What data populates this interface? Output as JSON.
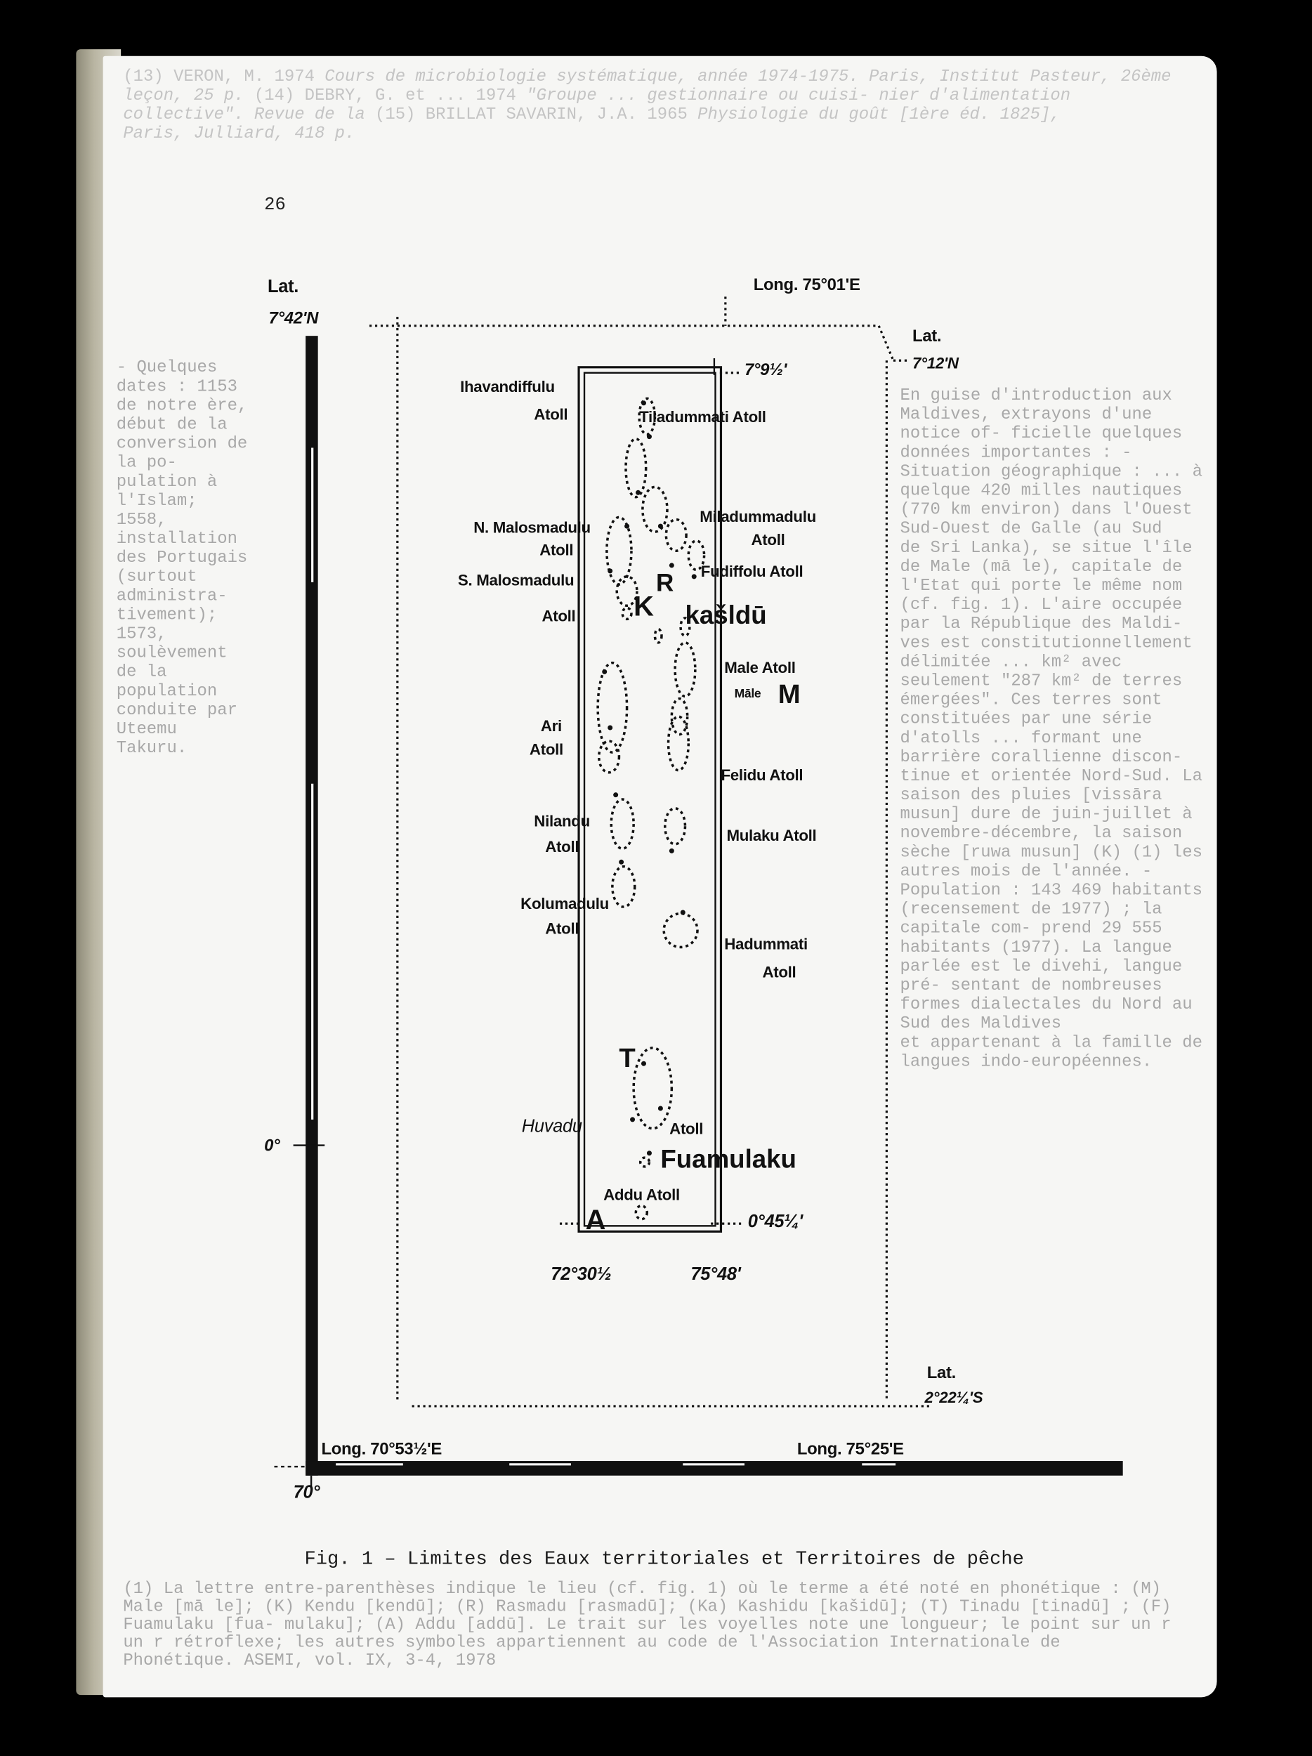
{
  "page_number": "26",
  "map": {
    "lat_top_label": "Lat.",
    "lat_top_value": "7°42'N",
    "long_top_label": "Long. 75°01'E",
    "lat_right_label": "Lat.",
    "lat_right_value": "7°12'N",
    "inner_top_lat": "7°9½'",
    "zero_label": "0°",
    "inner_bottom_lat": "0°45¼'",
    "inner_left_long": "72°30½",
    "inner_right_long": "75°48'",
    "lat_bottom_label": "Lat.",
    "lat_bottom_value": "2°22¼'S",
    "long_bottom_left": "Long. 70°53½'E",
    "long_bottom_right": "Long. 75°25'E",
    "origin_label": "70°",
    "atolls": {
      "ihavandiffulu": "Ihavandiffulu",
      "ihavandiffulu_atoll": "Atoll",
      "tiladummati": "Tiladummati Atoll",
      "n_malosmadulu": "N. Malosmadulu",
      "n_malosmadulu_atoll": "Atoll",
      "miladummadulu": "Miladummadulu",
      "miladummadulu_atoll": "Atoll",
      "s_malosmadulu": "S. Malosmadulu",
      "s_malosmadulu_atoll": "Atoll",
      "fudiffolu": "Fudiffolu Atoll",
      "male": "Male Atoll",
      "ari": "Ari",
      "ari_atoll": "Atoll",
      "felidu": "Felidu Atoll",
      "nilandu": "Nilandu",
      "nilandu_atoll": "Atoll",
      "mulaku": "Mulaku Atoll",
      "kolumadulu": "Kolumadulu",
      "kolumadulu_atoll": "Atoll",
      "hadummati": "Hadummati",
      "hadummati_atoll": "Atoll",
      "huvadu": "Huvadu",
      "huvadu_atoll": "Atoll",
      "addu": "Addu Atoll"
    },
    "places": {
      "k": "K",
      "r": "R",
      "kasidu": "kašldū",
      "male_small": "Māle",
      "m": "M",
      "t": "T",
      "fuamulaku": "Fuamulaku",
      "a": "A"
    }
  },
  "caption": "Fig. 1  – Limites des Eaux territoriales et Territoires de pêche",
  "show_through": [
    "(13)  VERON, M.",
    "1974",
    "Cours de microbiologie systématique, année",
    "1974-1975. Paris, Institut Pasteur, 26ème leçon,",
    "25 p.",
    "(14)  DEBRY, G. et ...",
    "1974",
    "\"Groupe ... gestionnaire ou cuisi-",
    "nier d'alimentation collective\". Revue de la",
    "(15)  BRILLAT SAVARIN, J.A.",
    "1965",
    "Physiologie du goût [1ère éd. 1825], Paris,",
    "Julliard, 418 p.",
    "En guise d'introduction aux Maldives, extrayons d'une notice of-",
    "ficielle quelques données importantes :",
    "- Situation géographique : ... à quelque 420 milles",
    "nautiques (770 km environ) dans l'Ouest Sud-Ouest de Galle (au Sud de",
    "Sri Lanka), se situe l'île de Male (mā le), capitale de l'Etat qui",
    "porte le même nom (cf. fig. 1). L'aire occupée par la République des Maldi-",
    "ves est constitutionnellement délimitée ... km² avec seulement",
    "\"287 km² de terres émergées\". Ces terres sont constituées",
    "par une série d'atolls ... formant une barrière corallienne discon-",
    "tinue et orientée Nord-Sud. La saison des pluies [vissāra musun] dure de",
    "juin-juillet à novembre-décembre, la saison sèche [ruwa musun] (K) (1)",
    "les autres mois de l'année.",
    "- Population : 143 469 habitants (recensement de 1977) ; la capitale com-",
    "prend 29 555 habitants (1977). La langue parlée est le divehi, langue pré-",
    "sentant de nombreuses formes dialectales du Nord au Sud des Maldives et",
    "appartenant à la famille de langues indo-européennes.",
    "- Quelques dates : 1153 de notre ère, début de la conversion de la po-",
    "pulation à l'Islam; 1558, installation des Portugais (surtout administra-",
    "tivement); 1573, soulèvement de la population conduite par Uteemu Takuru.",
    "(1) La lettre entre-parenthèses indique le lieu (cf. fig. 1) où le terme",
    "a été noté en phonétique : (M) Male [mā le]; (K) Kendu [kendū]; (R) Rasmadu",
    "[rasmadū]; (Ka) Kashidu [kašidū]; (T) Tinadu [tinadū] ; (F) Fuamulaku [fua-",
    "mulaku]; (A) Addu [addū]. Le trait sur les voyelles note une longueur; le",
    "point sur un r un r rétroflexe; les autres symboles appartiennent au code",
    "de l'Association Internationale de Phonétique.",
    "ASEMI, vol. IX, 3-4, 1978"
  ]
}
